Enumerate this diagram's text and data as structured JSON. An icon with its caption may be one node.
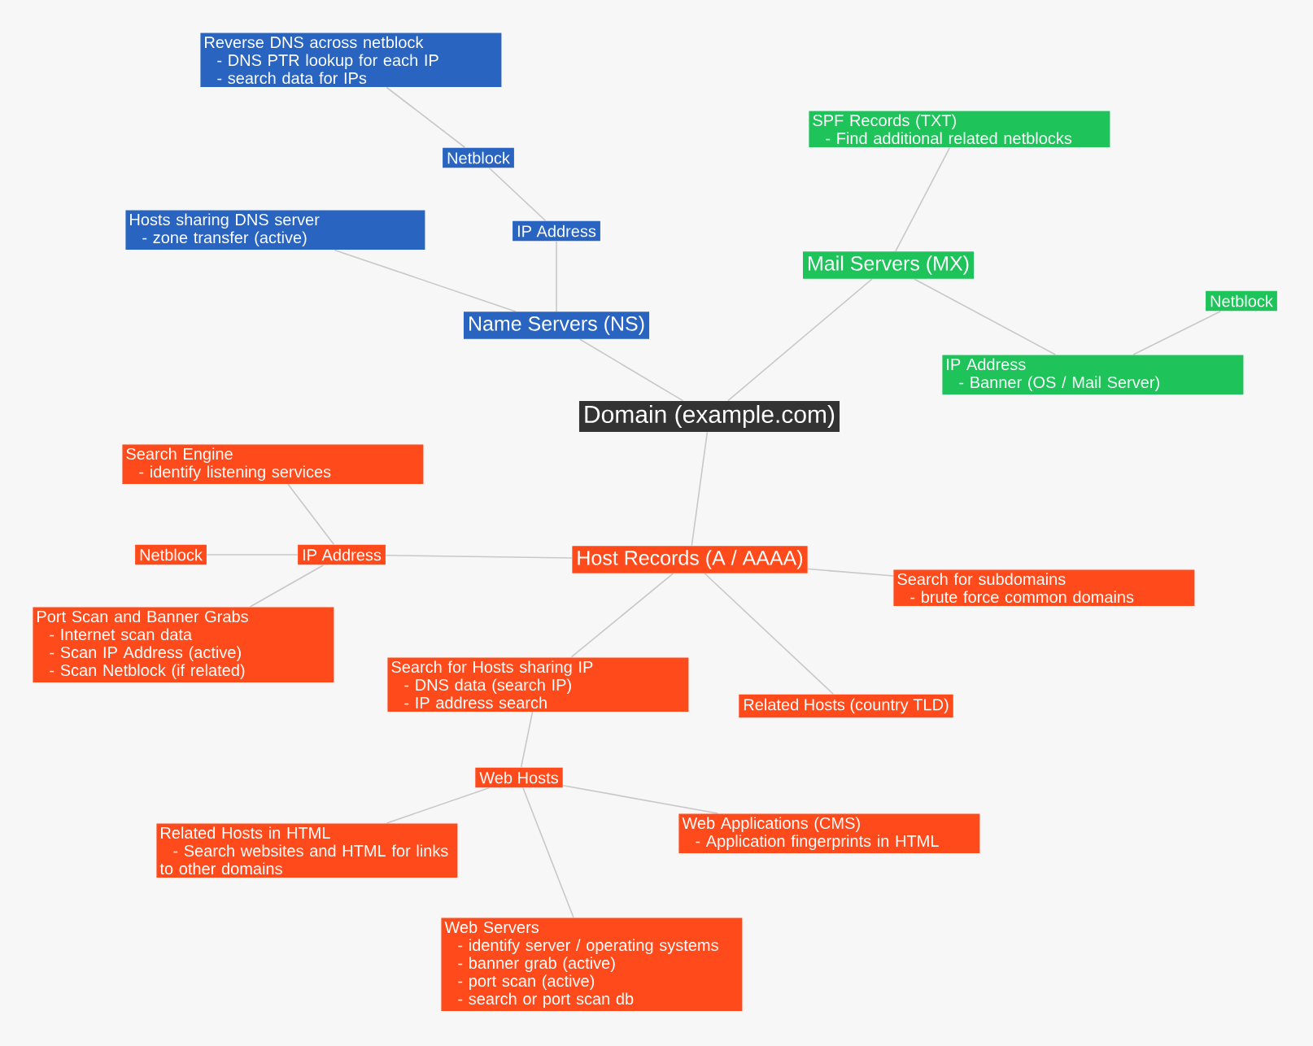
{
  "diagram": {
    "nodes": [
      {
        "text": [
          "Domain (example.com)"
        ]
      },
      {
        "text": [
          "Name Servers (NS)"
        ]
      },
      {
        "text": [
          "IP Address"
        ]
      },
      {
        "text": [
          "Netblock"
        ]
      },
      {
        "text": [
          "Reverse DNS across netblock",
          "- DNS PTR lookup for each IP",
          "- search data for IPs"
        ]
      },
      {
        "text": [
          "Hosts sharing DNS server",
          "- zone transfer (active)"
        ]
      },
      {
        "text": [
          "Mail Servers (MX)"
        ]
      },
      {
        "text": [
          "SPF Records (TXT)",
          "- Find additional related netblocks"
        ]
      },
      {
        "text": [
          "IP Address",
          "- Banner (OS / Mail Server)"
        ]
      },
      {
        "text": [
          "Netblock"
        ]
      },
      {
        "text": [
          "Host Records (A / AAAA)"
        ]
      },
      {
        "text": [
          "IP Address"
        ]
      },
      {
        "text": [
          "Netblock"
        ]
      },
      {
        "text": [
          "Search Engine",
          "- identify listening services"
        ]
      },
      {
        "text": [
          "Port Scan and Banner Grabs",
          "- Internet scan data",
          "- Scan IP Address (active)",
          "- Scan Netblock (if related)"
        ]
      },
      {
        "text": [
          "Search for subdomains",
          "- brute force common domains"
        ]
      },
      {
        "text": [
          "Related Hosts (country TLD)"
        ]
      },
      {
        "text": [
          "Search for Hosts sharing IP",
          "- DNS data (search IP)",
          "- IP address search"
        ]
      },
      {
        "text": [
          "Web Hosts"
        ]
      },
      {
        "text": [
          "Related Hosts in HTML",
          "- Search websites and HTML for links to other domains"
        ]
      },
      {
        "text": [
          "Web Applications (CMS)",
          "- Application fingerprints in HTML"
        ]
      },
      {
        "text": [
          "Web Servers",
          "- identify server / operating systems",
          "- banner grab (active)",
          "- port scan (active)",
          "- search or port scan db"
        ]
      }
    ],
    "edges": [
      {
        "from": 0,
        "to": 1,
        "arrow": "none"
      },
      {
        "from": 0,
        "to": 6,
        "arrow": "none"
      },
      {
        "from": 0,
        "to": 10,
        "arrow": "none"
      },
      {
        "from": 1,
        "to": 2,
        "arrow": "none"
      },
      {
        "from": 2,
        "to": 3,
        "arrow": "none"
      },
      {
        "from": 3,
        "to": 4,
        "arrow": "none"
      },
      {
        "from": 1,
        "to": 5,
        "arrow": "none"
      },
      {
        "from": 6,
        "to": 7,
        "arrow": "none"
      },
      {
        "from": 6,
        "to": 8,
        "arrow": "none"
      },
      {
        "from": 8,
        "to": 9,
        "arrow": "none"
      },
      {
        "from": 10,
        "to": 11,
        "arrow": "none"
      },
      {
        "from": 11,
        "to": 12,
        "arrow": "none"
      },
      {
        "from": 11,
        "to": 13,
        "arrow": "none"
      },
      {
        "from": 11,
        "to": 14,
        "arrow": "none"
      },
      {
        "from": 10,
        "to": 15,
        "arrow": "none"
      },
      {
        "from": 10,
        "to": 16,
        "arrow": "none"
      },
      {
        "from": 10,
        "to": 17,
        "arrow": "none"
      },
      {
        "from": 17,
        "to": 18,
        "arrow": "none"
      },
      {
        "from": 18,
        "to": 19,
        "arrow": "none"
      },
      {
        "from": 18,
        "to": 20,
        "arrow": "none"
      },
      {
        "from": 18,
        "to": 21,
        "arrow": "none"
      }
    ]
  }
}
